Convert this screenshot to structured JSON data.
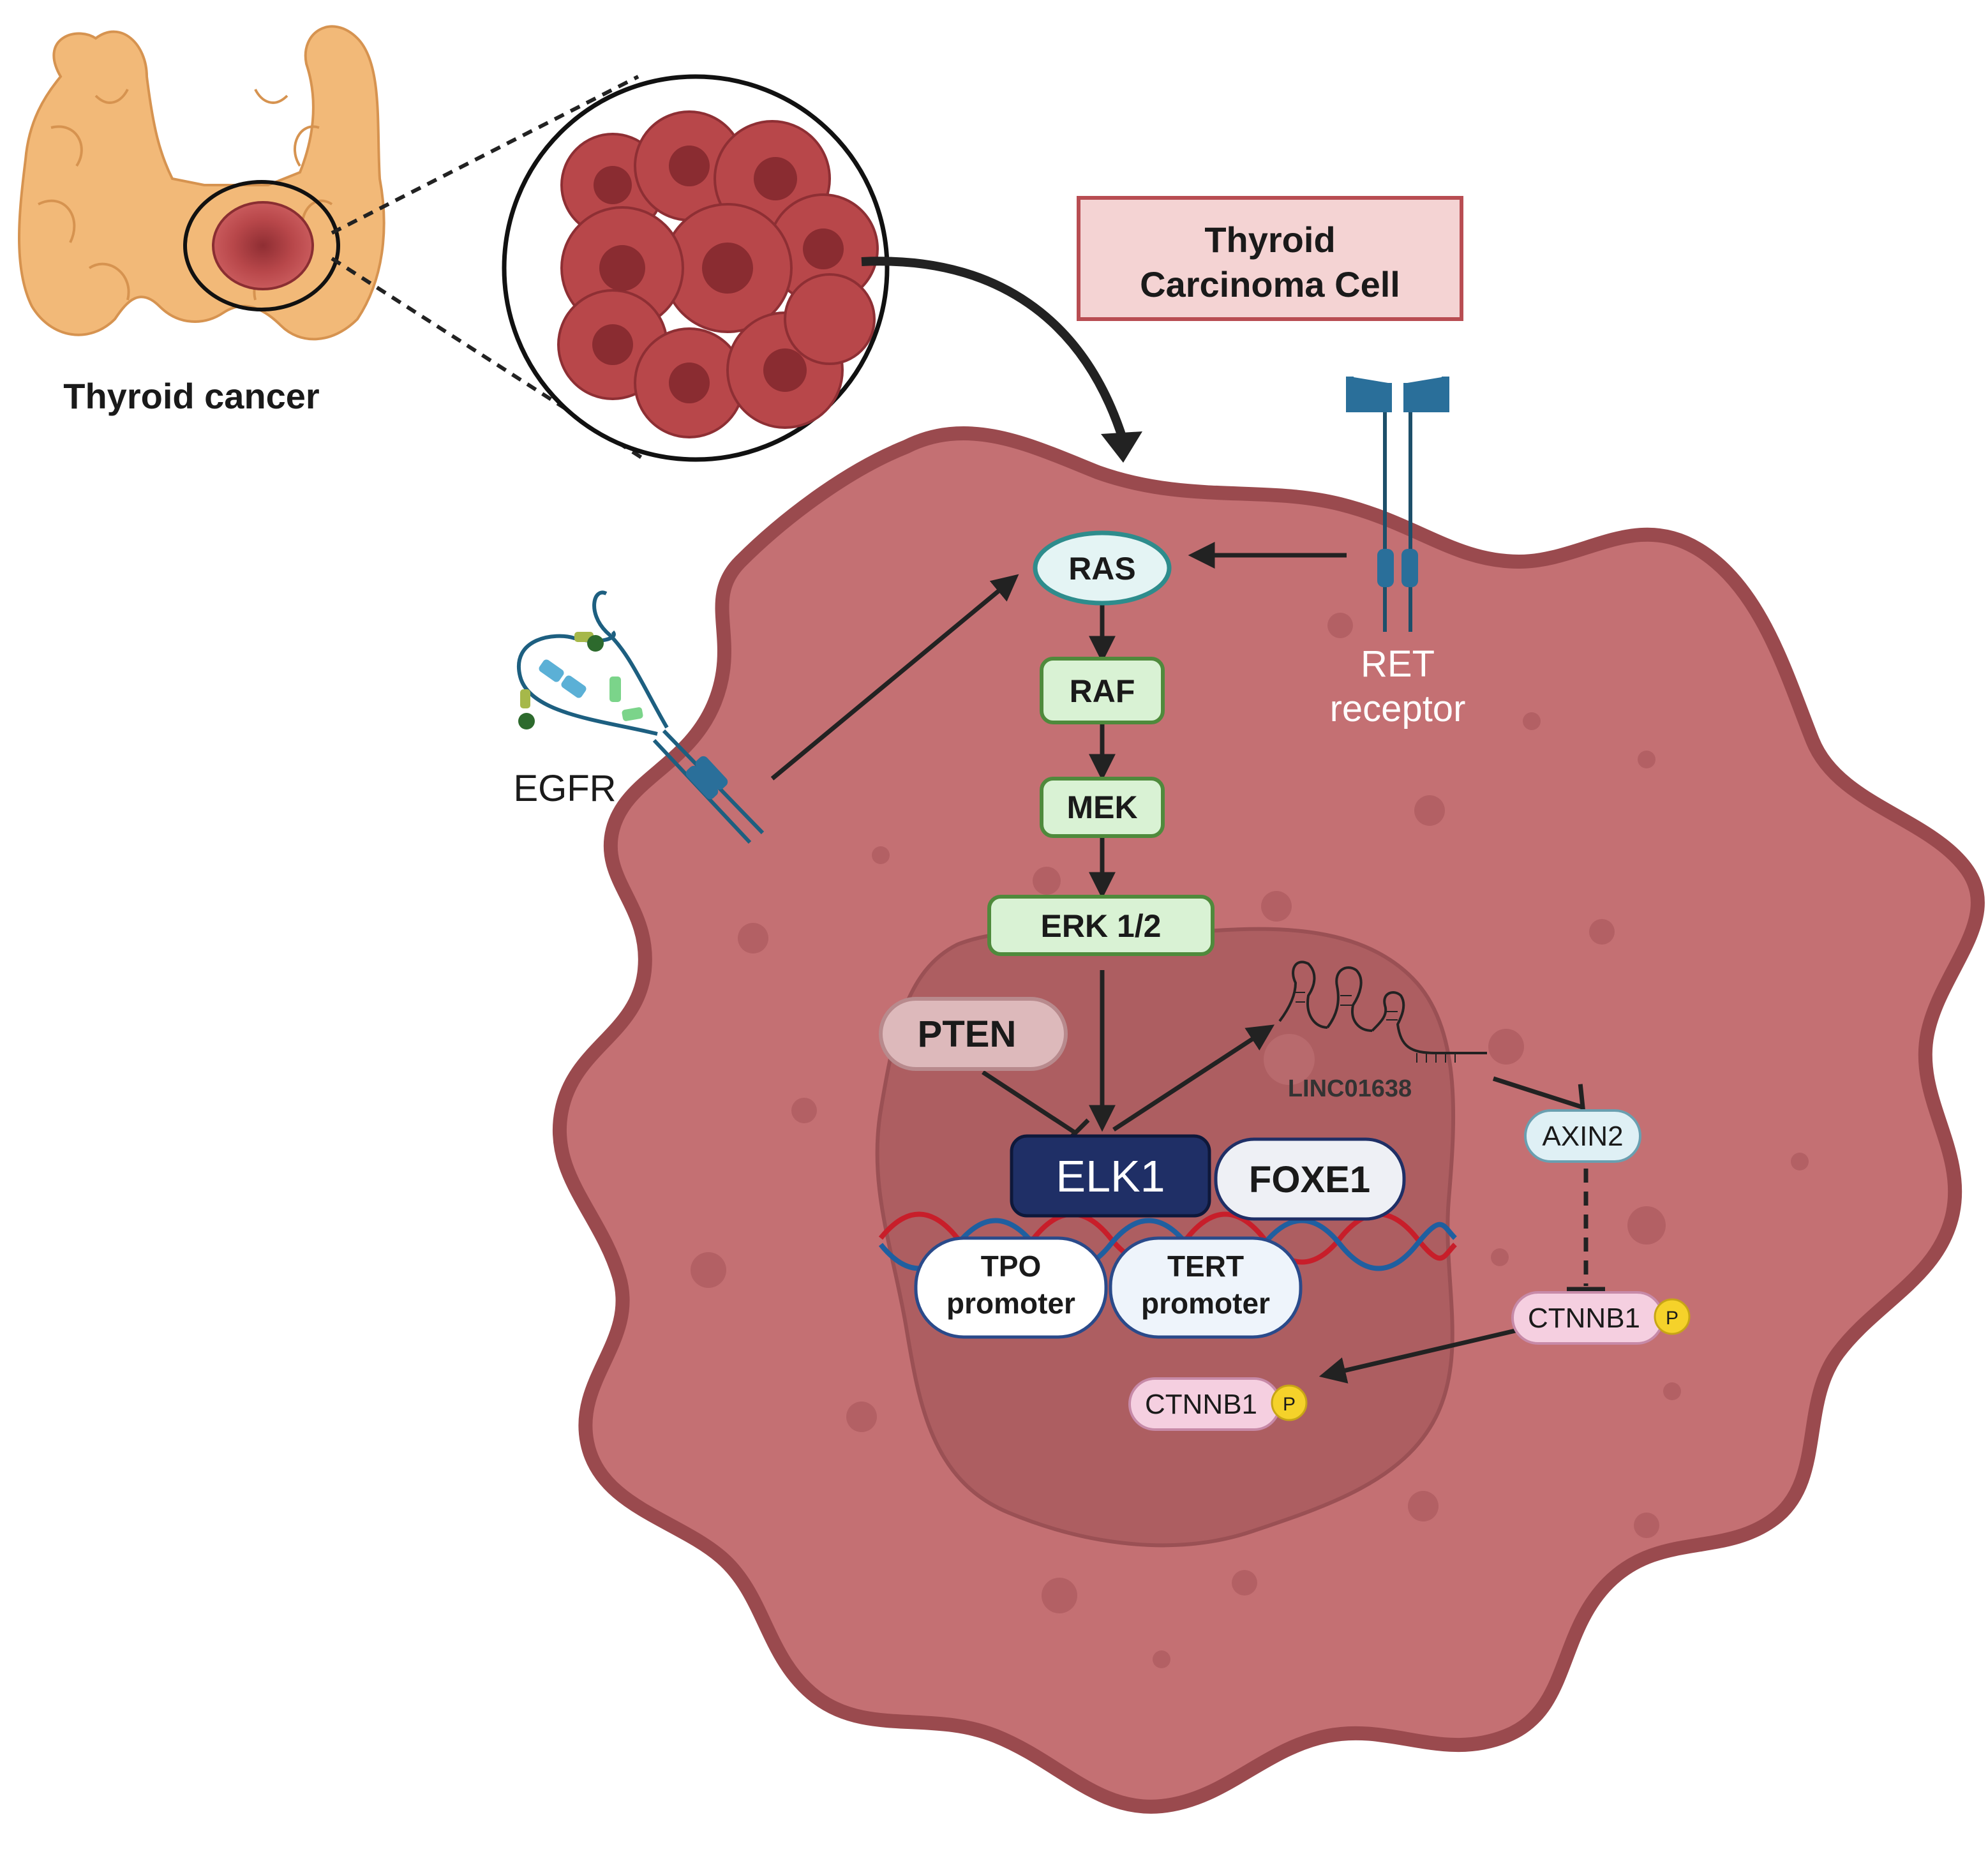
{
  "labels": {
    "thyroid_cancer": "Thyroid cancer",
    "cell_title_line1": "Thyroid",
    "cell_title_line2": "Carcinoma Cell",
    "egfr": "EGFR",
    "ret_line1": "RET",
    "ret_line2": "receptor",
    "linc": "LINC01638"
  },
  "nodes": {
    "ras": "RAS",
    "raf": "RAF",
    "mek": "MEK",
    "erk": "ERK 1/2",
    "pten": "PTEN",
    "elk1": "ELK1",
    "foxe1": "FOXE1",
    "tpo_line1": "TPO",
    "tpo_line2": "promoter",
    "tert_line1": "TERT",
    "tert_line2": "promoter",
    "axin2": "AXIN2",
    "ctnnb1_cytoplasm": "CTNNB1",
    "ctnnb1_nucleus": "CTNNB1",
    "phospho": "P"
  },
  "colors": {
    "cell_fill": "#c47073",
    "cell_outline": "#9a4a4e",
    "nucleus_fill": "#ad5e61",
    "thyroid_fill": "#f2b978",
    "tumor_fill": "#b8474a",
    "green_node_fill": "#d9f2d4",
    "green_node_stroke": "#4f8a3c",
    "ras_fill": "#e4f4f4",
    "ras_stroke": "#2e8c8c",
    "elk1_fill": "#1f2f66",
    "pten_fill": "#ddb9bb",
    "ctnnb1_fill": "#f5cfe0",
    "phospho_fill": "#f5d22a",
    "receptor_blue": "#2a6f9a",
    "title_box_fill": "#f4d3d3",
    "title_box_stroke": "#b84d52"
  }
}
